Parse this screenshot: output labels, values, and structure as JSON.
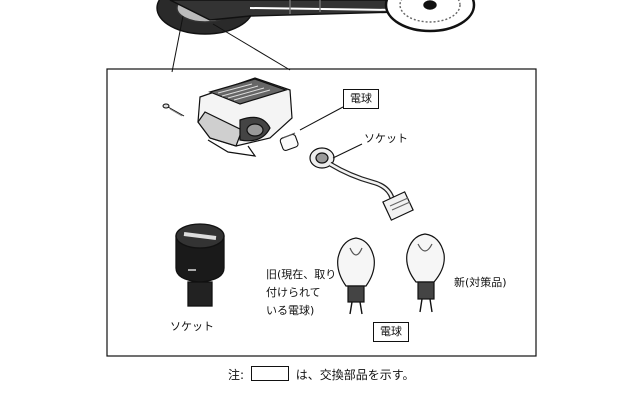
{
  "labels": {
    "bulb_top": "電球",
    "socket_top": "ソケット",
    "socket_bottom": "ソケット",
    "old_line1": "旧(現在、取り",
    "old_line2": "付けられて",
    "old_line3": "いる電球)",
    "new": "新(対策品)",
    "bulb_bottom": "電球"
  },
  "note": {
    "prefix": "注:",
    "suffix": "は、交換部品を示す。"
  },
  "colors": {
    "ink": "#111111",
    "paper": "#ffffff",
    "gray": "#8a8a8a"
  }
}
